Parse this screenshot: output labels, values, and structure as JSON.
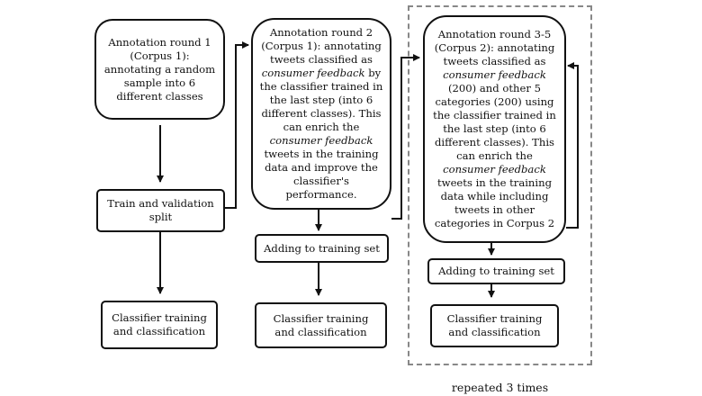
{
  "boxes": {
    "round1": "Annotation round 1 (Corpus 1): annotating a random sample into 6 different classes",
    "split": "Train and validation split",
    "clf1": "Classifier training and classification",
    "round2": {
      "t1": "Annotation round 2 (Corpus 1): annotating tweets classified as ",
      "em1": "consumer feedback",
      "t2": " by the classifier trained in the last step (into 6 different classes). This can enrich the ",
      "em2": "consumer feedback",
      "t3": " tweets in the training data and improve the classifier's performance."
    },
    "add2": "Adding to training set",
    "clf2": "Classifier training and classification",
    "round3": {
      "t1": "Annotation round 3-5 (Corpus 2): annotating tweets classified as ",
      "em1": "consumer feedback",
      "t2": " (200) and other 5 categories (200) using the classifier trained in the last step (into 6 different classes). This can enrich the ",
      "em2": "consumer feedback",
      "t3": " tweets in the training data while including tweets in other categories in Corpus 2"
    },
    "add3": "Adding to training set",
    "clf3": "Classifier training and classification"
  },
  "repeat_caption": "repeated 3 times"
}
